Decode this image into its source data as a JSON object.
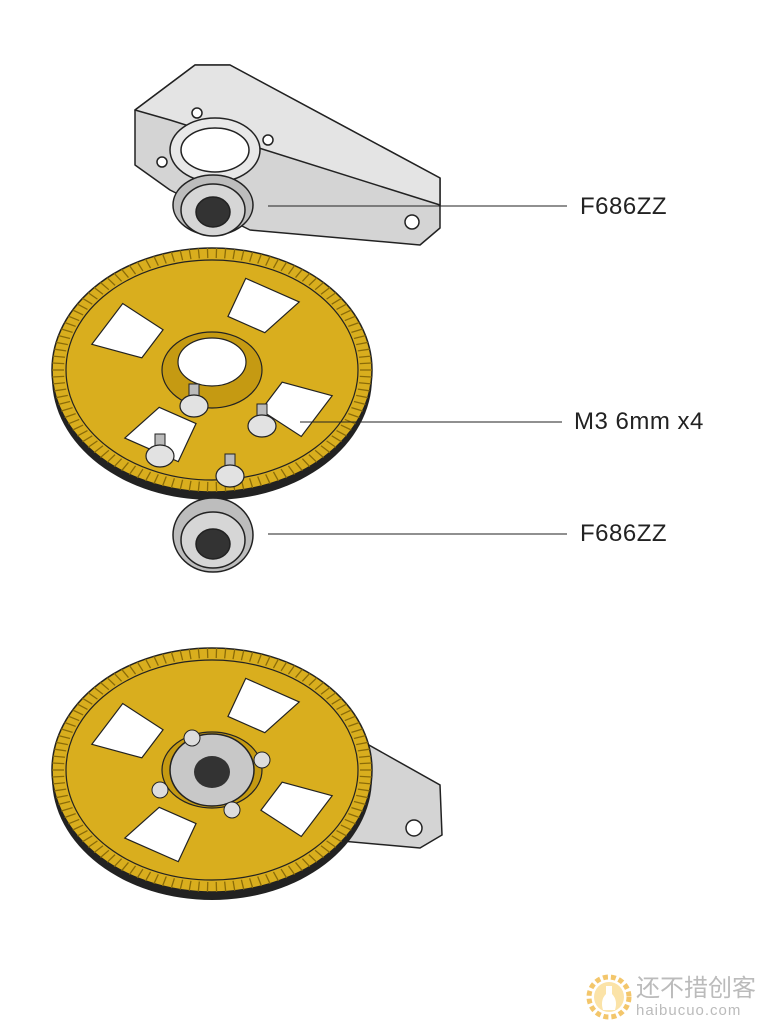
{
  "labels": {
    "top_bearing": "F686ZZ",
    "screws": "M3 6mm x4",
    "bottom_bearing": "F686ZZ"
  },
  "colors": {
    "gear": "#D9AE1E",
    "gear_dark": "#8A6B08",
    "bracket": "#D4D4D4",
    "bearing": "#C8C8C8",
    "line": "#222222"
  },
  "watermark": {
    "chinese": "还不措创客",
    "domain": "haibucuo.com"
  }
}
